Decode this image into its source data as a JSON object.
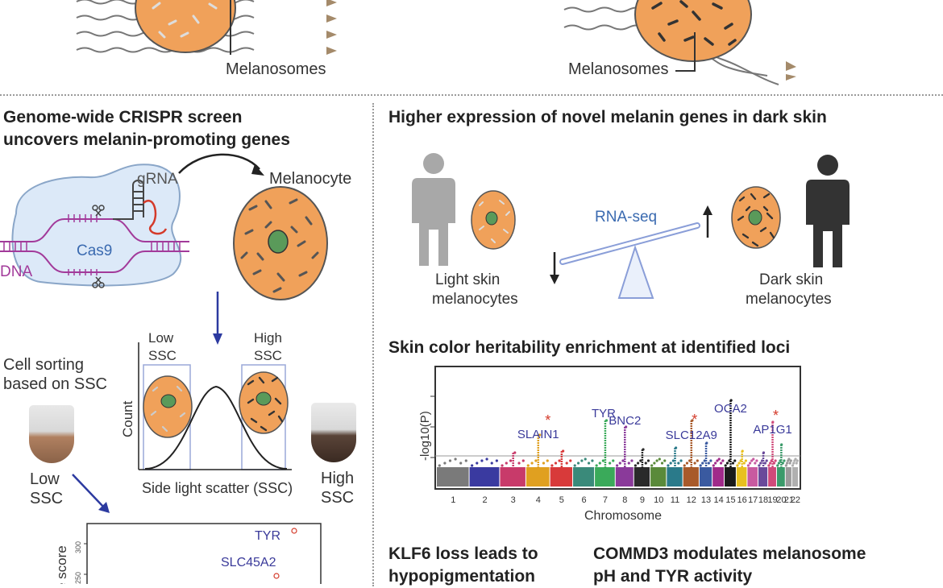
{
  "top": {
    "left_label": "Melanosomes",
    "right_label": "Melanosomes"
  },
  "crispr": {
    "title_line1": "Genome-wide CRISPR screen",
    "title_line2": "uncovers melanin-promoting genes",
    "grna": "gRNA",
    "cas9": "Cas9",
    "dna": "DNA",
    "melanocyte": "Melanocyte",
    "sorting_line1": "Cell sorting",
    "sorting_line2": "based on SSC",
    "low_ssc_line1": "Low",
    "low_ssc_line2": "SSC",
    "high_ssc_line1": "High",
    "high_ssc_line2": "SSC",
    "plot_low_line1": "Low",
    "plot_low_line2": "SSC",
    "plot_high_line1": "High",
    "plot_high_line2": "SSC",
    "count_label": "Count",
    "ssc_axis": "Side light scatter (SSC)",
    "score_axis": "e score",
    "score_ticks": [
      "300",
      "250"
    ],
    "gene_tyr": "TYR",
    "gene_slc45a2": "SLC45A2"
  },
  "expression": {
    "title": "Higher expression of novel melanin genes in dark skin",
    "rnaseq": "RNA-seq",
    "light_line1": "Light skin",
    "light_line2": "melanocytes",
    "dark_line1": "Dark skin",
    "dark_line2": "melanocytes"
  },
  "heritability": {
    "title": "Skin color heritability enrichment at identified loci",
    "ylabel": "-log10(P)",
    "xlabel": "Chromosome",
    "chromosomes": [
      "1",
      "2",
      "3",
      "4",
      "5",
      "6",
      "7",
      "8",
      "9",
      "10",
      "11",
      "12",
      "13",
      "14",
      "15",
      "16",
      "17",
      "18",
      "19",
      "20",
      "21",
      "22"
    ],
    "genes": [
      {
        "name": "SLAIN1",
        "chrom": 4,
        "star": true
      },
      {
        "name": "TYR",
        "chrom": 7,
        "star": false
      },
      {
        "name": "BNC2",
        "chrom": 8,
        "star": false
      },
      {
        "name": "SLC12A9",
        "chrom": 12,
        "star": true
      },
      {
        "name": "OCA2",
        "chrom": 15,
        "star": false
      },
      {
        "name": "AP1G1",
        "chrom": 19,
        "star": true
      }
    ]
  },
  "bottom": {
    "klf6_line1": "KLF6 loss leads to",
    "klf6_line2": "hypopigmentation",
    "commd3_line1": "COMMD3 modulates melanosome",
    "commd3_line2": "pH and TYR activity"
  },
  "colors": {
    "cell_fill": "#f0a15a",
    "cell_stroke": "#555555",
    "nucleus": "#5a9a5a",
    "gene_label": "#3a3a9a",
    "star": "#d43a2a",
    "arrow_blue": "#2c3aa0"
  }
}
